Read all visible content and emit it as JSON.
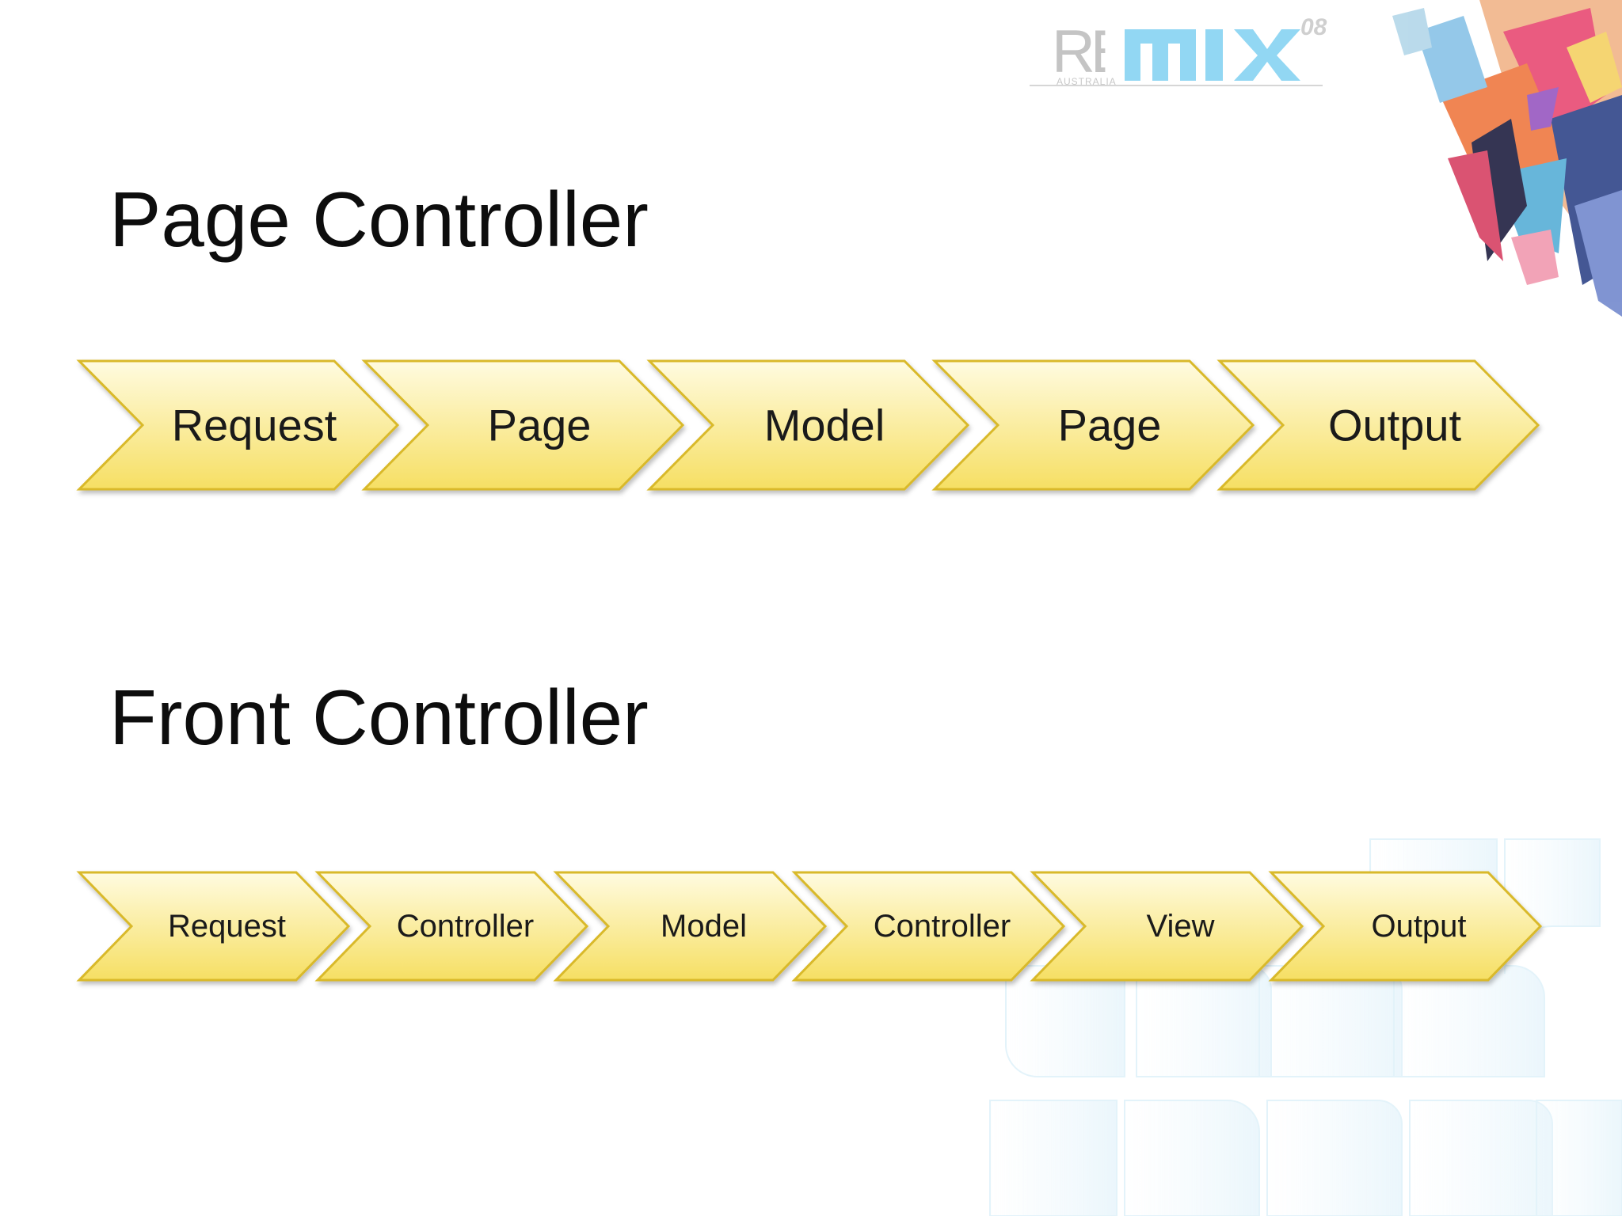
{
  "logo": {
    "text": "REMIX",
    "year": "08",
    "region": "AUSTRALIA"
  },
  "sections": [
    {
      "title": "Page Controller",
      "steps": [
        "Request",
        "Page",
        "Model",
        "Page",
        "Output"
      ]
    },
    {
      "title": "Front Controller",
      "steps": [
        "Request",
        "Controller",
        "Model",
        "Controller",
        "View",
        "Output"
      ]
    }
  ],
  "colors": {
    "chevron_top": "#fffbe0",
    "chevron_bottom": "#f6df63",
    "chevron_border": "#d9b92a",
    "logo_gray": "#c4c4c4",
    "logo_blue": "#7fd1f2",
    "background": "#ffffff"
  }
}
